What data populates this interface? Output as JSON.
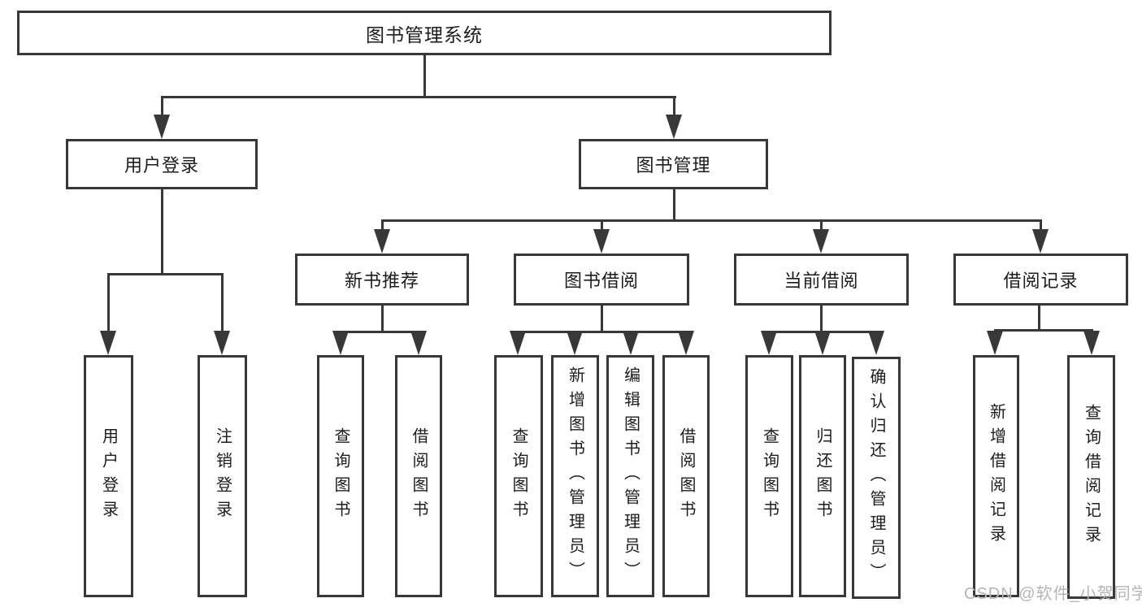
{
  "diagram": {
    "root": {
      "label": "图书管理系统"
    },
    "level2": [
      {
        "label": "用户登录"
      },
      {
        "label": "图书管理"
      }
    ],
    "level3": [
      {
        "label": "新书推荐"
      },
      {
        "label": "图书借阅"
      },
      {
        "label": "当前借阅"
      },
      {
        "label": "借阅记录"
      }
    ],
    "leaves": {
      "user_login": [
        {
          "label": "用户登录"
        },
        {
          "label": "注销登录"
        }
      ],
      "new_book": [
        {
          "label": "查询图书"
        },
        {
          "label": "借阅图书"
        }
      ],
      "book_borrow": [
        {
          "label": "查询图书"
        },
        {
          "label": "新增图书（管理员）"
        },
        {
          "label": "编辑图书（管理员）"
        },
        {
          "label": "借阅图书"
        }
      ],
      "current_borrow": [
        {
          "label": "查询图书"
        },
        {
          "label": "归还图书"
        },
        {
          "label": "确认归还（管理员）"
        }
      ],
      "borrow_record": [
        {
          "label": "新增借阅记录"
        },
        {
          "label": "查询借阅记录"
        }
      ]
    },
    "watermark": "CSDN @软件_小贺同学",
    "colors": {
      "line": "#383838",
      "text": "#1c1c1c",
      "watermark": "#b5b5b5",
      "background": "#ffffff"
    }
  }
}
